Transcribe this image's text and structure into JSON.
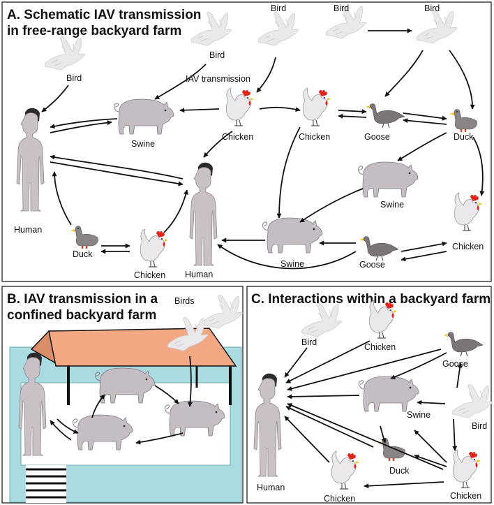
{
  "panels": {
    "a": {
      "title_line1": "A. Schematic IAV transmission",
      "title_line2": "in free-range backyard farm"
    },
    "b": {
      "title_line1": "B. IAV transmission in a",
      "title_line2": "confined backyard farm"
    },
    "c": {
      "title": "C. Interactions within a backyard farm"
    }
  },
  "labels": {
    "a": {
      "bird_left": "Bird",
      "bird_mid": "Bird",
      "bird_top1": "Bird",
      "bird_top2": "Bird",
      "bird_top3": "Bird",
      "iav_transmission": "IAV transmission",
      "human_left": "Human",
      "human_center": "Human",
      "swine_left": "Swine",
      "chicken_center": "Chicken",
      "chicken_right": "Chicken",
      "goose_top": "Goose",
      "duck_right": "Duck",
      "swine_right": "Swine",
      "duck_bottom": "Duck",
      "chicken_bottom": "Chicken",
      "swine_bottom": "Swine",
      "goose_bottom": "Goose",
      "chicken_far_right": "Chicken"
    },
    "b": {
      "birds": "Birds"
    },
    "c": {
      "bird_top": "Bird",
      "chicken_top": "Chicken",
      "goose": "Goose",
      "swine": "Swine",
      "bird_right": "Bird",
      "human": "Human",
      "duck": "Duck",
      "chicken_bottom_left": "Chicken",
      "chicken_bottom_right": "Chicken"
    }
  },
  "colors": {
    "roof": "#f2a883",
    "barn_wall": "#a9dbe1",
    "human": "#c9c1c6",
    "pig": "#c4bec4",
    "wild_bird": "#ebe8ec",
    "comb": "#e0261b",
    "goose": "#7b7478"
  },
  "icons": [
    "human-icon",
    "pig-icon",
    "wild-bird-icon",
    "chicken-icon",
    "goose-icon",
    "duck-icon",
    "barn-icon"
  ]
}
